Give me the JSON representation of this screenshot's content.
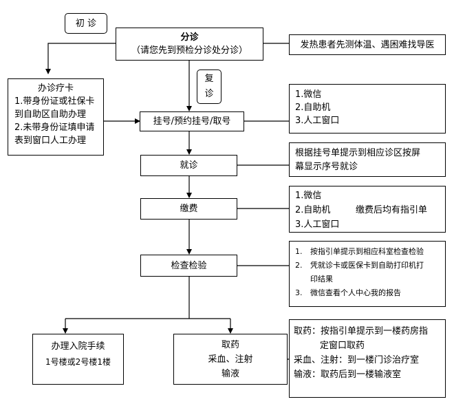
{
  "nodes": {
    "chuzhen": "初 诊",
    "fuzhen_top": "复",
    "fuzhen_bottom": "诊",
    "fenzhen_title": "分诊",
    "fenzhen_sub": "（请您先到预检分诊处分诊）",
    "fever_note": "发热患者先测体温、遇困难找导医",
    "card_title": "办诊疗卡",
    "card_lines": [
      "1.带身份证或社保卡",
      "到自助区自助办理",
      "2.未带身份证填申请",
      "表到窗口人工办理"
    ],
    "register": "挂号/预约挂号/取号",
    "register_options": [
      "1.微信",
      "2.自助机",
      "3.人工窗口"
    ],
    "visit": "就诊",
    "visit_note_lines": [
      "根据挂号单提示到相应诊区按屏",
      "幕显示序号就诊"
    ],
    "pay": "缴费",
    "pay_options": [
      "1.微信",
      "2.自助机",
      "3.人工窗口"
    ],
    "pay_guide": "缴费后均有指引单",
    "exam": "检查检验",
    "exam_notes": [
      {
        "num": "1.",
        "lines": [
          "按指引单提示到相应科室检查检验"
        ]
      },
      {
        "num": "2.",
        "lines": [
          "凭就诊卡或医保卡到自助打印机打",
          "印结果"
        ]
      },
      {
        "num": "3.",
        "lines": [
          "微信查看个人中心我的报告"
        ]
      }
    ],
    "admit_title": "办理入院手续",
    "admit_sub": "1号楼或2号楼1楼",
    "pharmacy_lines": [
      "取药",
      "采血、注射",
      "输液"
    ],
    "pharmacy_notes": [
      "取药：按指引单提示到一楼药房指",
      "定窗口取药",
      "采血、注射：到一楼门诊治疗室",
      "输液：取药后到一楼输液室"
    ]
  }
}
